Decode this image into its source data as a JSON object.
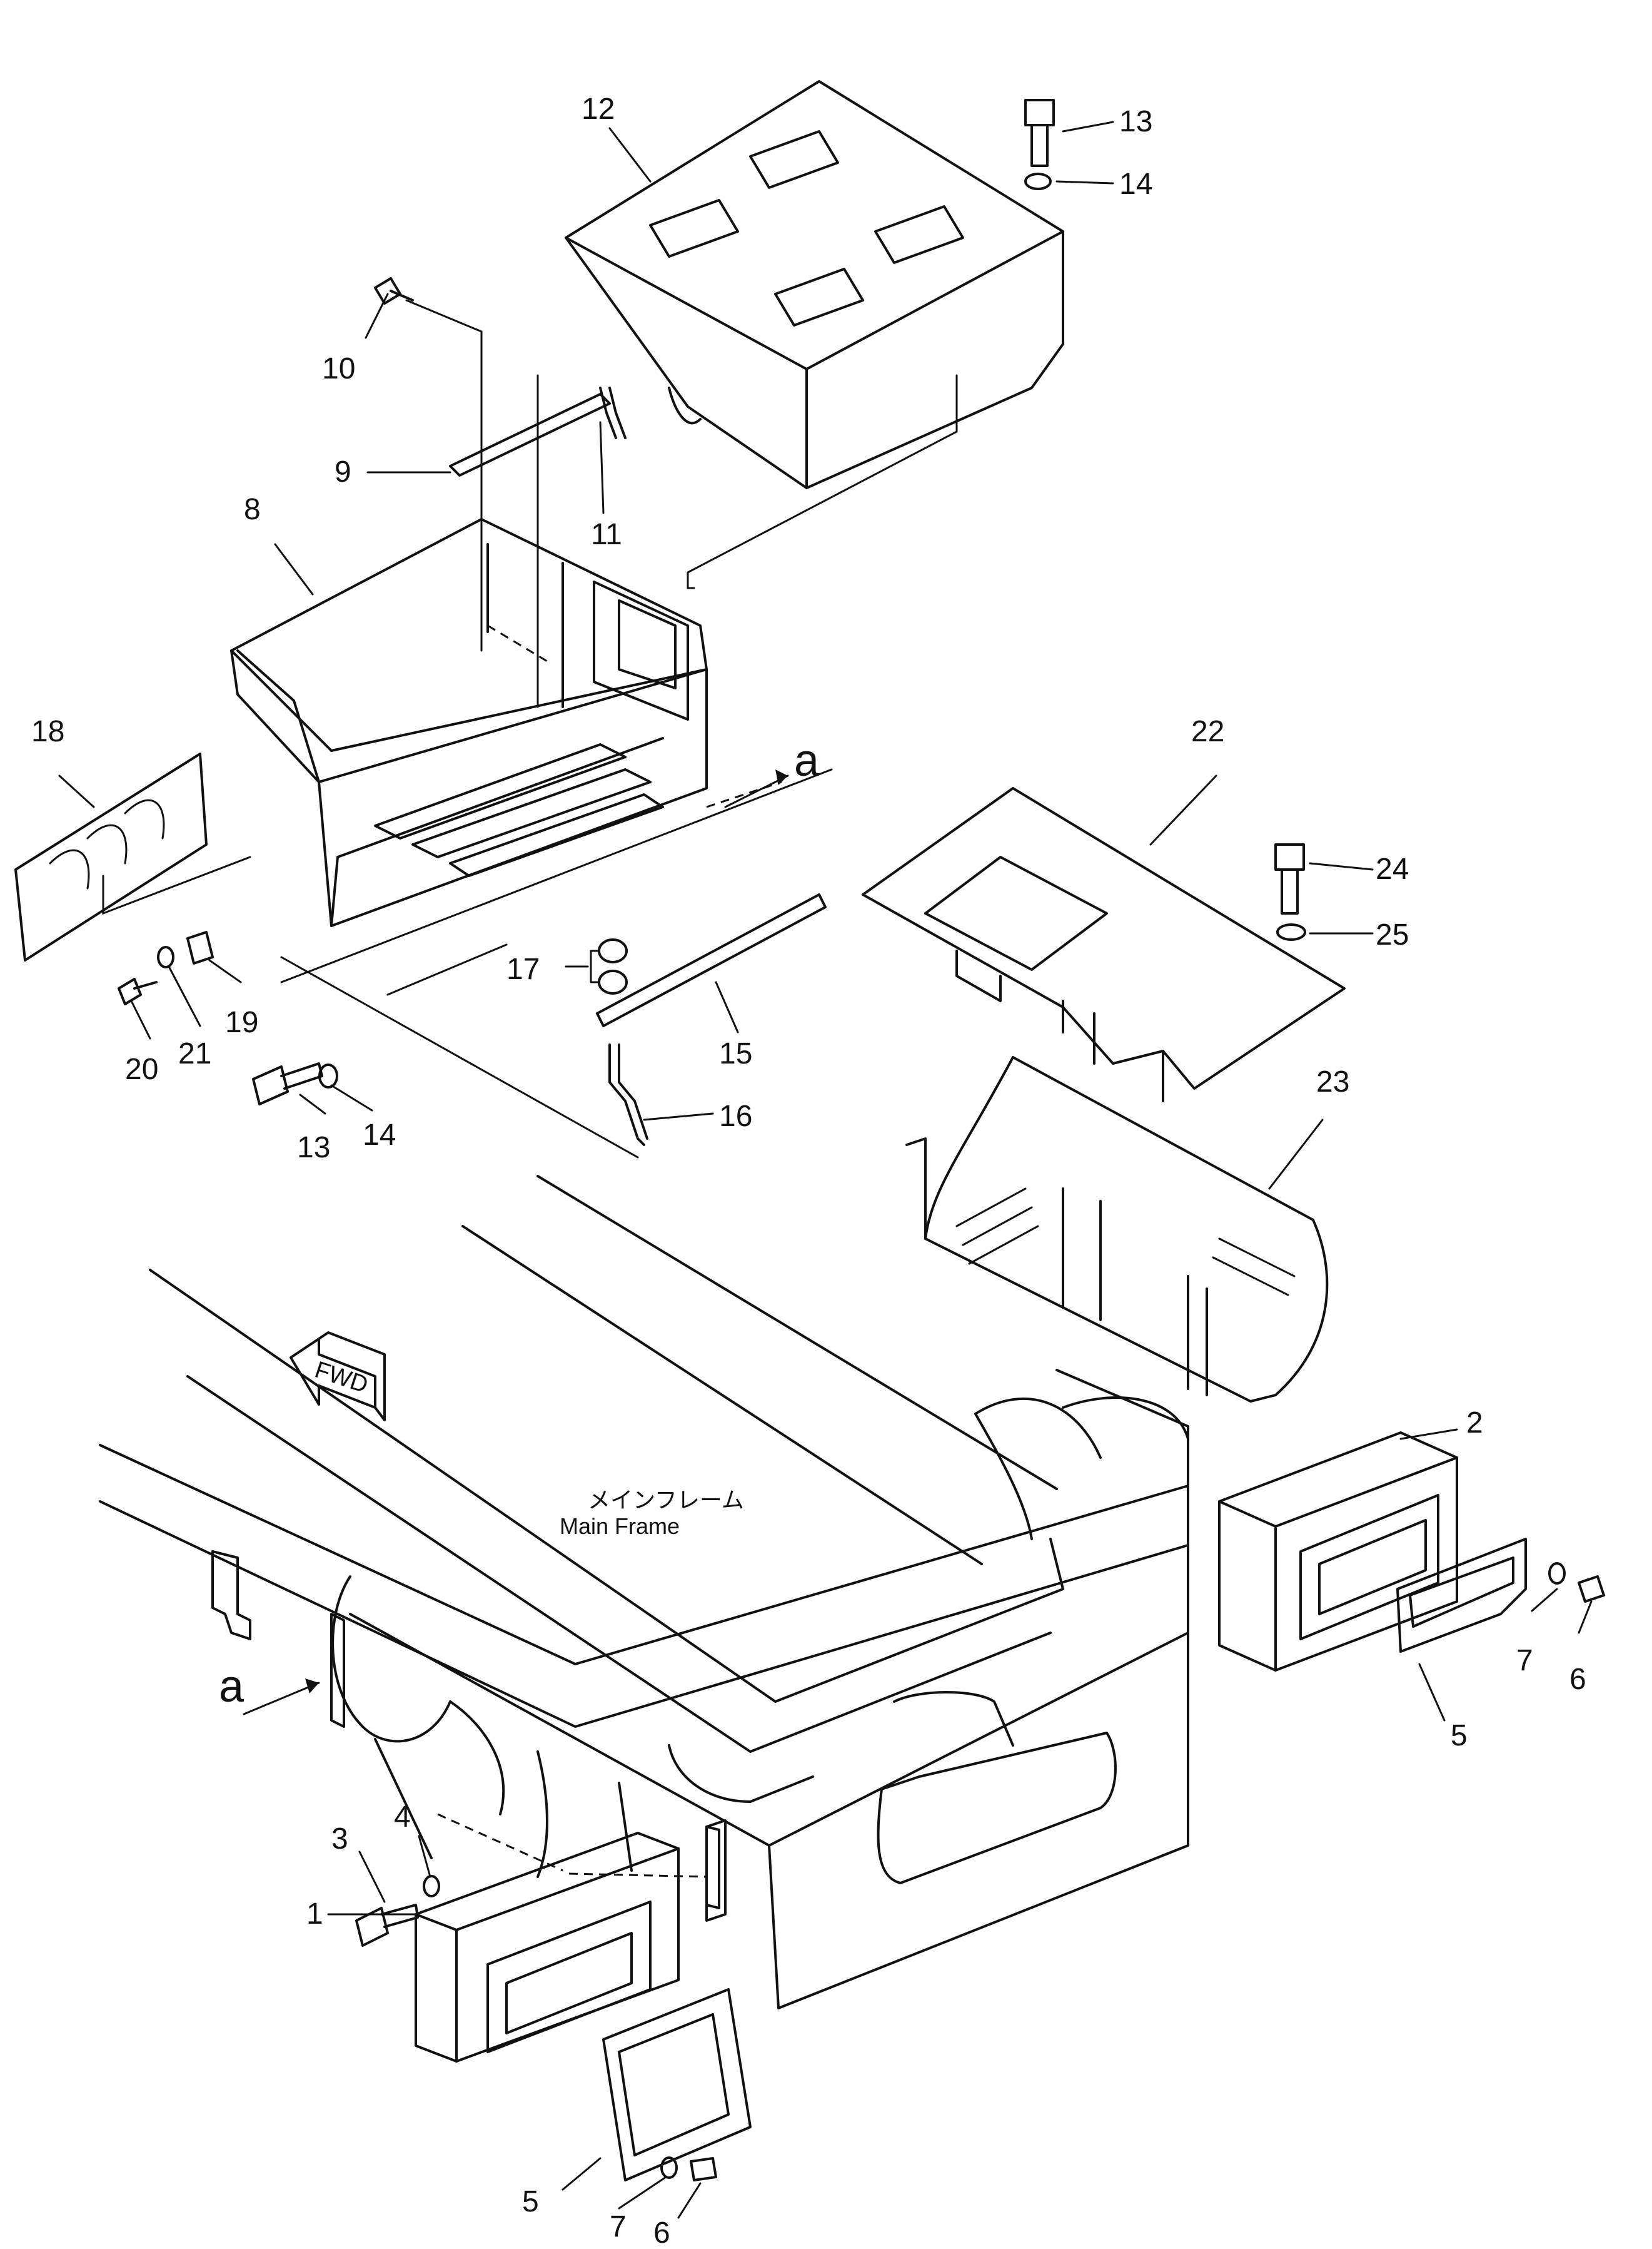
{
  "callouts": {
    "c1": "1",
    "c2": "2",
    "c3": "3",
    "c4": "4",
    "c5a": "5",
    "c5b": "5",
    "c6a": "6",
    "c6b": "6",
    "c7a": "7",
    "c7b": "7",
    "c8": "8",
    "c9": "9",
    "c10": "10",
    "c11": "11",
    "c12": "12",
    "c13a": "13",
    "c13b": "13",
    "c14a": "14",
    "c14b": "14",
    "c15": "15",
    "c16": "16",
    "c17": "17",
    "c18": "18",
    "c19": "19",
    "c20": "20",
    "c21": "21",
    "c22": "22",
    "c23": "23",
    "c24": "24",
    "c25": "25"
  },
  "view_markers": {
    "a_upper": "a",
    "a_lower": "a"
  },
  "fwd_label": "FWD",
  "main_frame": {
    "label_jp": "メインフレーム",
    "label_en": "Main  Frame"
  }
}
